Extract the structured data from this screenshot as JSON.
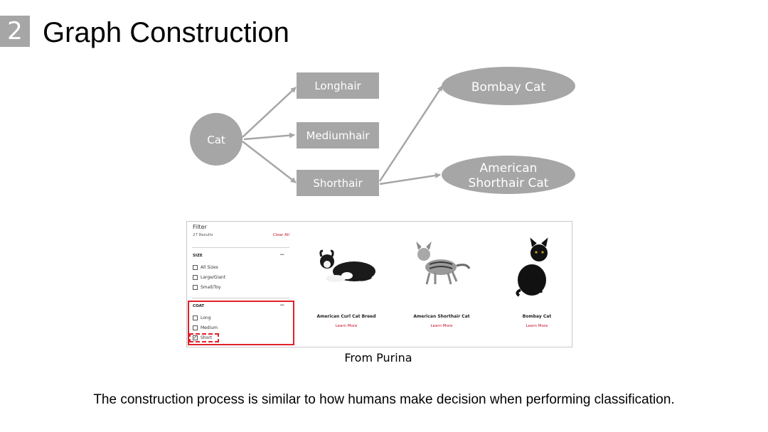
{
  "slide": {
    "number": "2",
    "title": "Graph Construction",
    "source": "From Purina",
    "caption": "The construction process is similar to how humans make decision when performing classification."
  },
  "graph": {
    "root": "Cat",
    "coats": [
      "Longhair",
      "Mediumhair",
      "Shorthair"
    ],
    "breeds": [
      {
        "line1": "Bombay Cat",
        "line2": ""
      },
      {
        "line1": "American",
        "line2": "Shorthair Cat"
      }
    ],
    "node_color": "#a6a6a6"
  },
  "filter": {
    "title": "Filter",
    "results": "27 Results",
    "clear_all": "Clear All",
    "size_label": "SIZE",
    "size_options": [
      "All Sizes",
      "Large/Giant",
      "Small/Toy"
    ],
    "coat_label": "COAT",
    "coat_options": [
      {
        "label": "Long",
        "checked": false
      },
      {
        "label": "Medium",
        "checked": false
      },
      {
        "label": "Short",
        "checked": true
      }
    ],
    "collapse_symbol": "−",
    "check_symbol": "✓",
    "highlight_color": "#e0202a"
  },
  "products": [
    {
      "name": "American Curl Cat Breed",
      "link": "Learn More"
    },
    {
      "name": "American Shorthair Cat",
      "link": "Learn More"
    },
    {
      "name": "Bombay Cat",
      "link": "Learn More"
    }
  ],
  "colors": {
    "link": "#c8102e"
  }
}
